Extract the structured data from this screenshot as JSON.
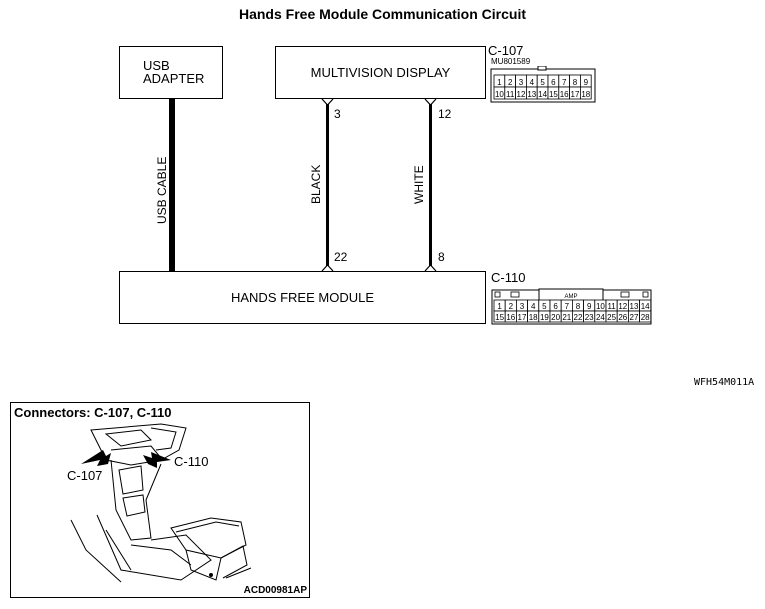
{
  "title": "Hands Free Module Communication Circuit",
  "components": {
    "usb_adapter": [
      "USB",
      "ADAPTER"
    ],
    "multivision_display": "MULTIVISION DISPLAY",
    "hands_free_module": "HANDS FREE MODULE"
  },
  "wires": {
    "usb_cable": "USB CABLE",
    "black": {
      "label": "BLACK",
      "pin_top": "3",
      "pin_bottom": "22"
    },
    "white": {
      "label": "WHITE",
      "pin_top": "12",
      "pin_bottom": "8"
    }
  },
  "connectors": {
    "c107": {
      "label": "C-107",
      "part_no": "MU801589",
      "row1": [
        "1",
        "2",
        "3",
        "4",
        "5",
        "6",
        "7",
        "8",
        "9"
      ],
      "row2": [
        "10",
        "11",
        "12",
        "13",
        "14",
        "15",
        "16",
        "17",
        "18"
      ]
    },
    "c110": {
      "label": "C-110",
      "tag": "AMP",
      "row1": [
        "1",
        "2",
        "3",
        "4",
        "5",
        "6",
        "7",
        "8",
        "9",
        "10",
        "11",
        "12",
        "13",
        "14"
      ],
      "row2": [
        "15",
        "16",
        "17",
        "18",
        "19",
        "20",
        "21",
        "22",
        "23",
        "24",
        "25",
        "26",
        "27",
        "28"
      ]
    }
  },
  "figure_code": "WFH54M011A",
  "inset": {
    "title": "Connectors: C-107, C-110",
    "callout_c107": "C-107",
    "callout_c110": "C-110",
    "code": "ACD00981AP"
  }
}
